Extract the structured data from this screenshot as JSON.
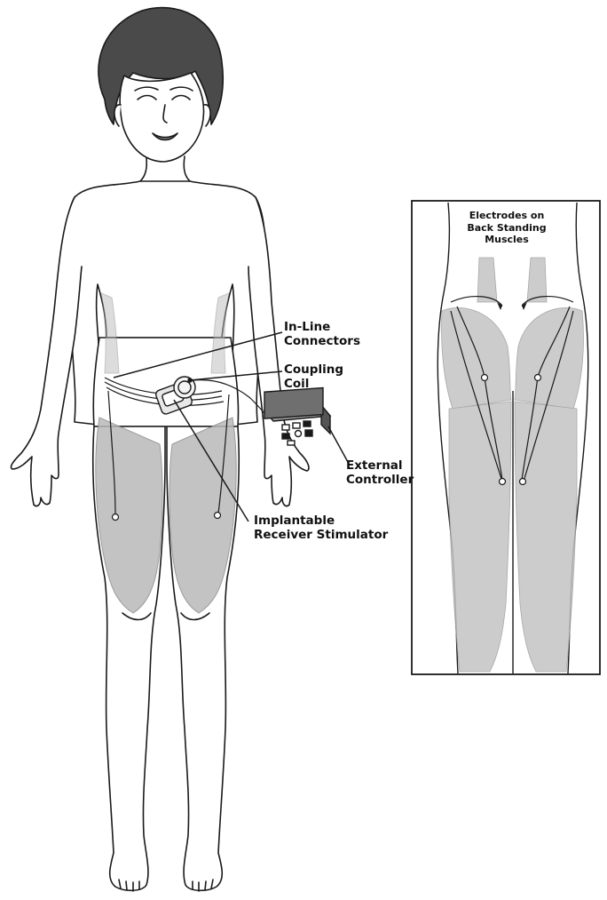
{
  "labels": {
    "in_line_connectors": [
      "In-Line",
      "Connectors"
    ],
    "coupling_coil": [
      "Coupling",
      "Coil"
    ],
    "external_controller": [
      "External",
      "Controller"
    ],
    "implantable_receiver_stimulator": [
      "Implantable",
      "Receiver Stimulator"
    ]
  },
  "inset": {
    "title": [
      "Electrodes on",
      "Back Standing",
      "Muscles"
    ]
  },
  "colors": {
    "outline": "#1a1a1a",
    "skin": "#ffffff",
    "hair": "#4a4a4a",
    "muscle": "#b9b9b9",
    "muscle_dark": "#8a8a8a",
    "controller": "#6f6f6f"
  }
}
